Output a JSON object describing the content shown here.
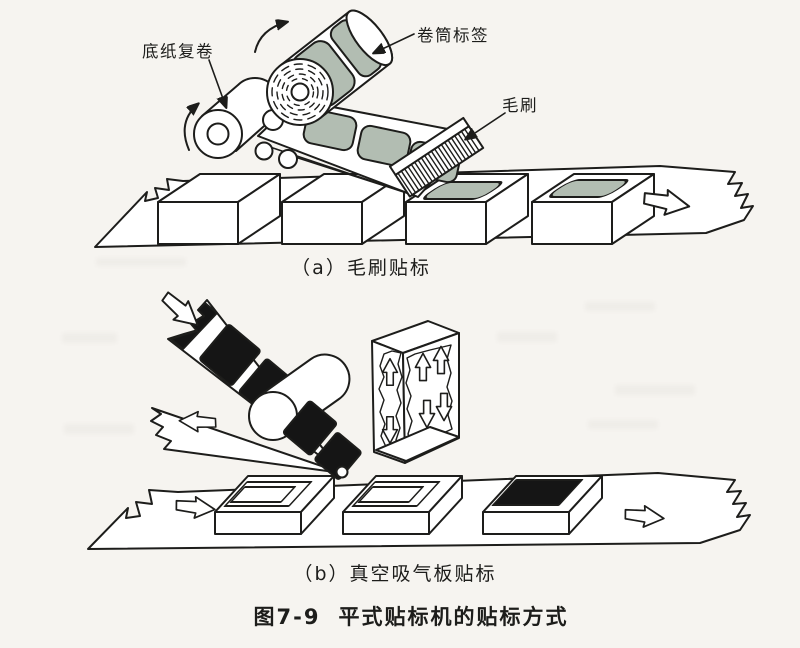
{
  "figure": {
    "panel_a": {
      "caption": "（a）毛刷贴标",
      "annotations": {
        "backing_rewind": "底纸复卷",
        "label_roll": "卷筒标签",
        "brush": "毛刷"
      }
    },
    "panel_b": {
      "caption": "（b）真空吸气板贴标"
    },
    "caption": {
      "number": "图7-9",
      "title": "平式贴标机的贴标方式"
    }
  },
  "colors": {
    "paper": "#f6f4f0",
    "ink": "#1d1d1b",
    "label-green": "#b2bdb2",
    "label-black": "#151515"
  }
}
